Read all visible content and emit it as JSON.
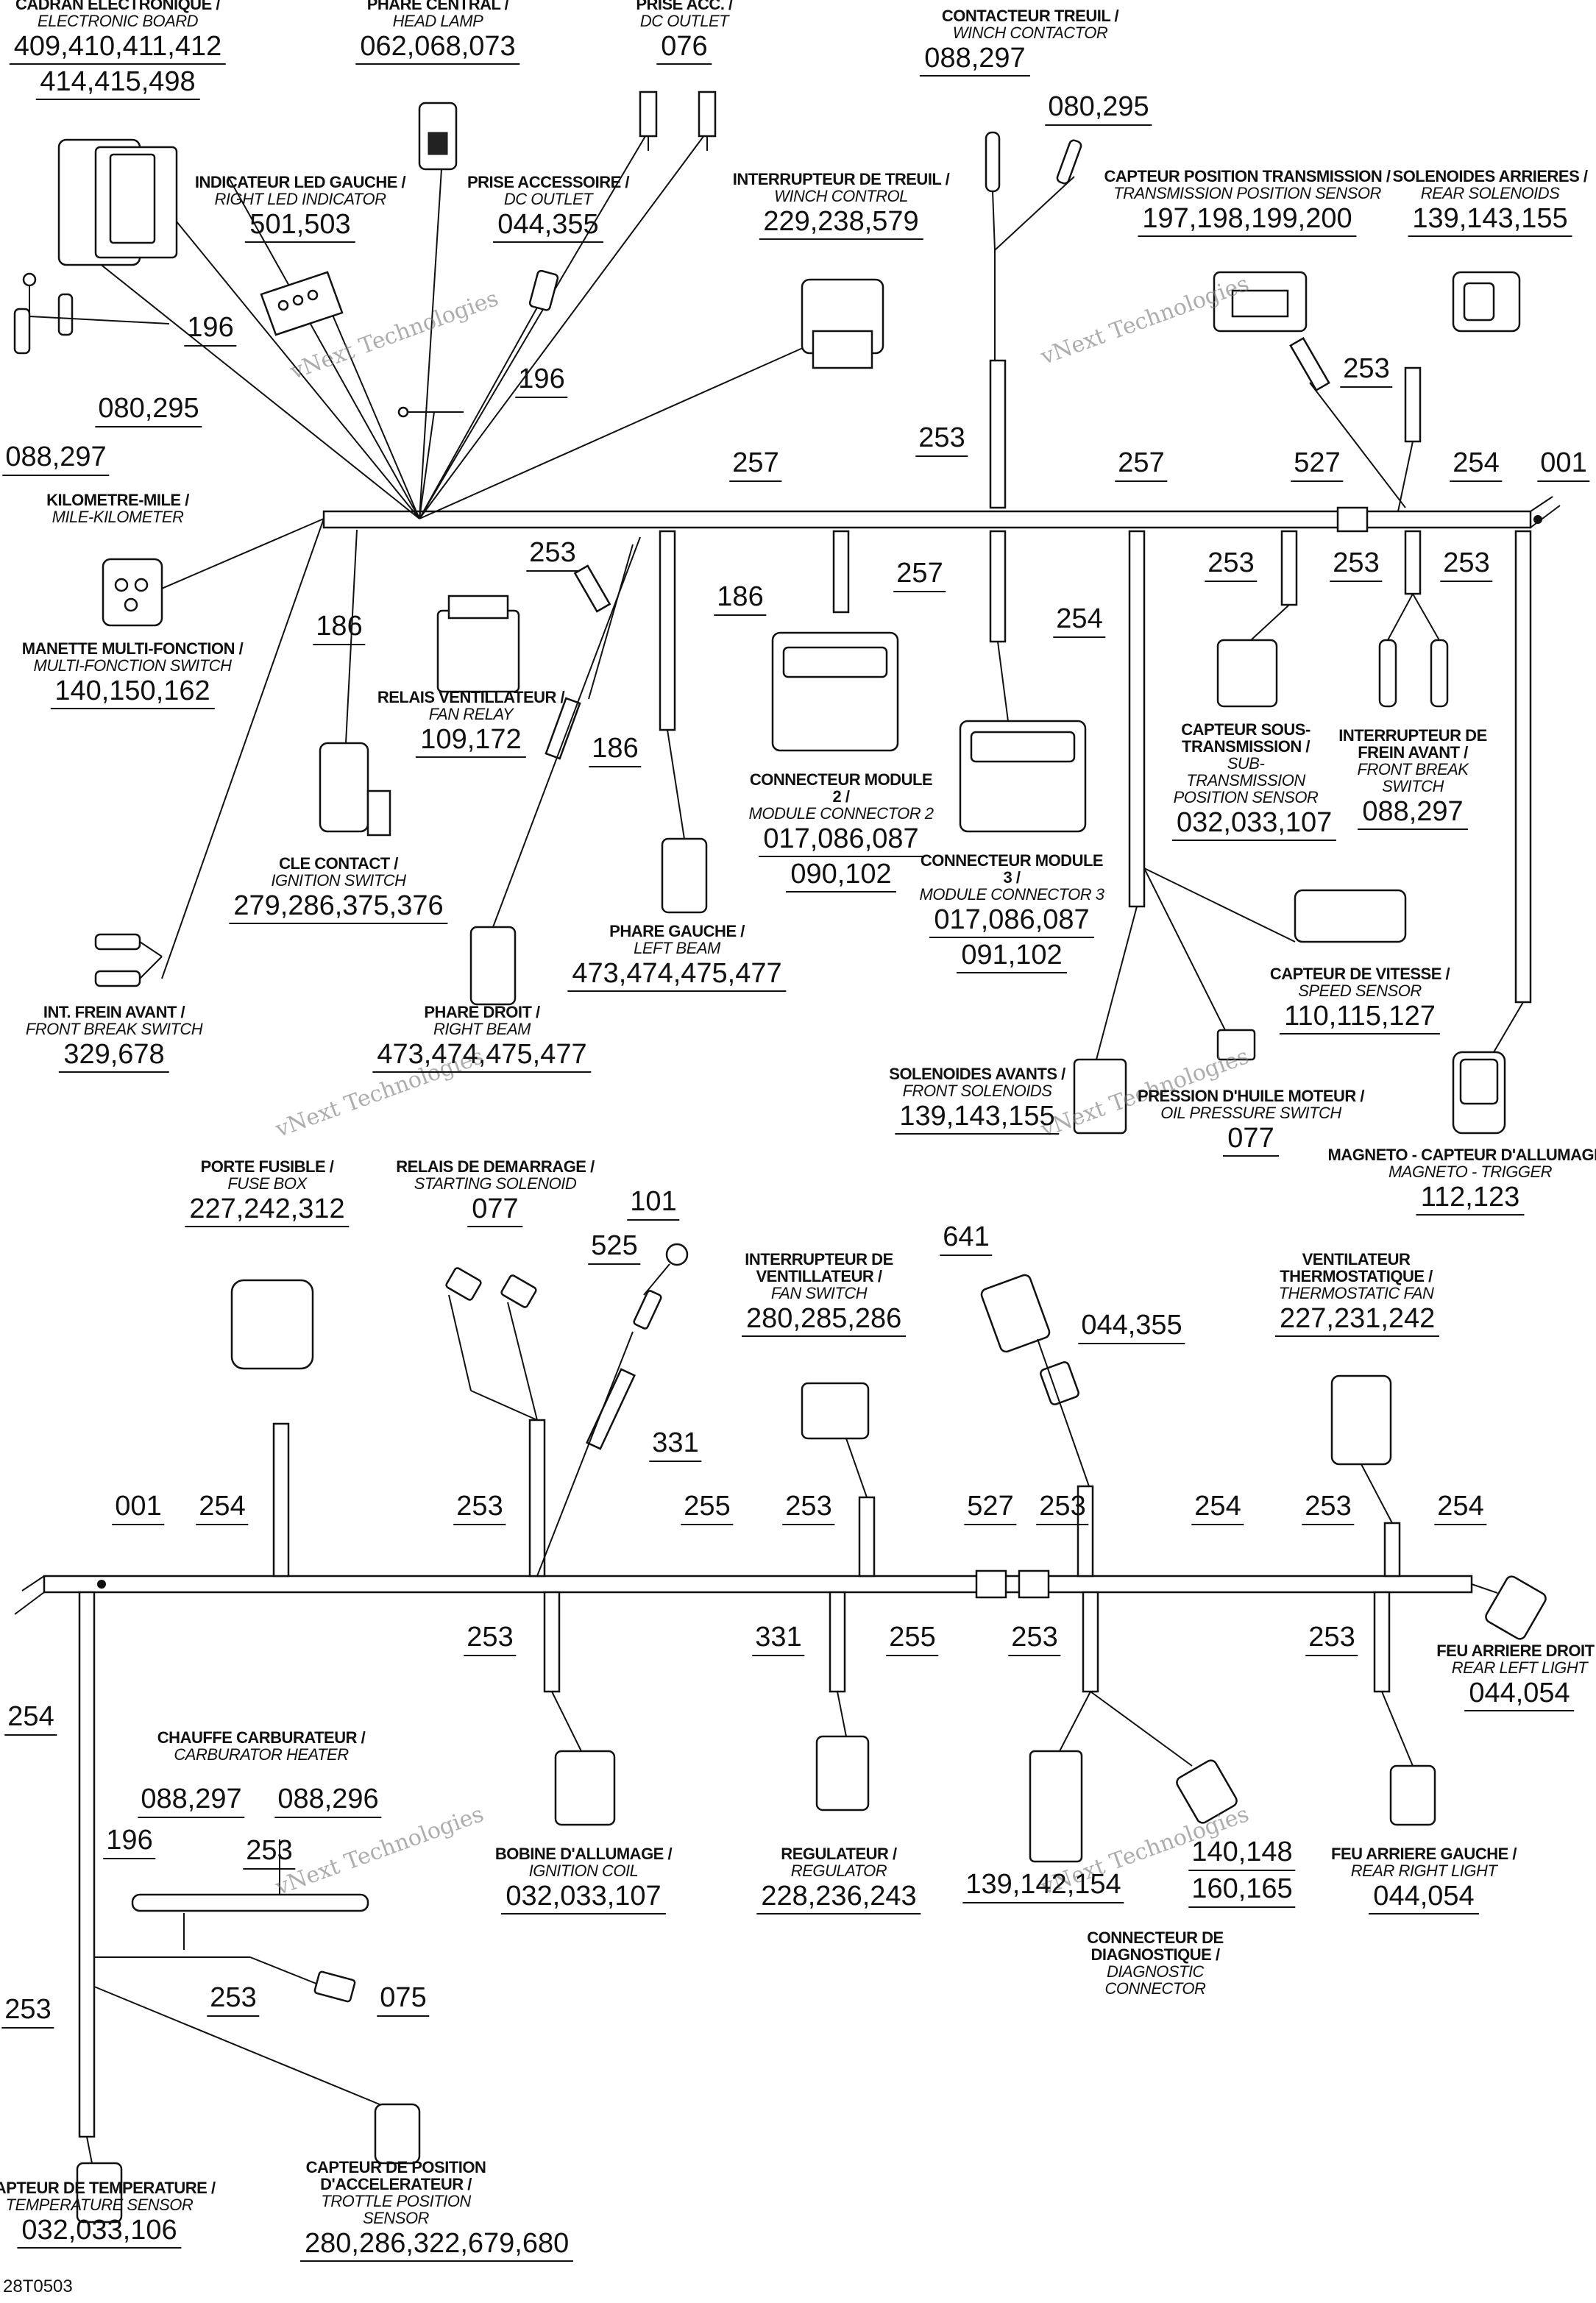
{
  "document_code": "28T0503",
  "watermark": "vNext Technologies",
  "components": {
    "electronic_board": {
      "fr": "CADRAN ELECTRONIQUE /",
      "en": "ELECTRONIC BOARD",
      "refs": [
        "409,410,411,412",
        "414,415,498"
      ]
    },
    "head_lamp": {
      "fr": "PHARE CENTRAL /",
      "en": "HEAD LAMP",
      "refs": [
        "062,068,073"
      ]
    },
    "dc_outlet_top": {
      "fr": "PRISE ACC. /",
      "en": "DC OUTLET",
      "refs": [
        "076"
      ]
    },
    "winch_contactor": {
      "fr": "CONTACTEUR TREUIL /",
      "en": "WINCH CONTACTOR",
      "refs": [
        "088,297"
      ]
    },
    "right_led": {
      "fr": "INDICATEUR LED GAUCHE /",
      "en": "RIGHT LED INDICATOR",
      "refs": [
        "501,503"
      ]
    },
    "accessory_outlet": {
      "fr": "PRISE ACCESSOIRE /",
      "en": "DC OUTLET",
      "refs": [
        "044,355"
      ]
    },
    "winch_control": {
      "fr": "INTERRUPTEUR DE TREUIL /",
      "en": "WINCH CONTROL",
      "refs": [
        "229,238,579"
      ]
    },
    "transmission_sensor": {
      "fr": "CAPTEUR POSITION TRANSMISSION /",
      "en": "TRANSMISSION POSITION SENSOR",
      "refs": [
        "197,198,199,200"
      ]
    },
    "rear_solenoids": {
      "fr": "SOLENOIDES ARRIERES /",
      "en": "REAR SOLENOIDS",
      "refs": [
        "139,143,155"
      ]
    },
    "mile_km": {
      "fr": "KILOMETRE-MILE /",
      "en": "MILE-KILOMETER",
      "refs": []
    },
    "multi_switch": {
      "fr": "MANETTE MULTI-FONCTION /",
      "en": "MULTI-FONCTION SWITCH",
      "refs": [
        "140,150,162"
      ]
    },
    "fan_relay": {
      "fr": "RELAIS VENTILLATEUR /",
      "en": "FAN RELAY",
      "refs": [
        "109,172"
      ]
    },
    "module2": {
      "fr": "CONNECTEUR MODULE 2 /",
      "en": "MODULE CONNECTOR 2",
      "refs": [
        "017,086,087",
        "090,102"
      ]
    },
    "module3": {
      "fr": "CONNECTEUR MODULE 3 /",
      "en": "MODULE CONNECTOR 3",
      "refs": [
        "017,086,087",
        "091,102"
      ]
    },
    "sub_transmission": {
      "fr": "CAPTEUR SOUS-TRANSMISSION /",
      "en": "SUB-TRANSMISSION POSITION SENSOR",
      "refs": [
        "032,033,107"
      ]
    },
    "front_brake_switch_right": {
      "fr": "INTERRUPTEUR DE FREIN AVANT /",
      "en": "FRONT BREAK SWITCH",
      "refs": [
        "088,297"
      ]
    },
    "ignition_switch": {
      "fr": "CLE CONTACT /",
      "en": "IGNITION SWITCH",
      "refs": [
        "279,286,375,376"
      ]
    },
    "left_beam": {
      "fr": "PHARE GAUCHE /",
      "en": "LEFT BEAM",
      "refs": [
        "473,474,475,477"
      ]
    },
    "right_beam": {
      "fr": "PHARE DROIT /",
      "en": "RIGHT BEAM",
      "refs": [
        "473,474,475,477"
      ]
    },
    "speed_sensor": {
      "fr": "CAPTEUR DE VITESSE /",
      "en": "SPEED SENSOR",
      "refs": [
        "110,115,127"
      ]
    },
    "front_brake_switch_left": {
      "fr": "INT. FREIN AVANT /",
      "en": "FRONT BREAK SWITCH",
      "refs": [
        "329,678"
      ]
    },
    "front_solenoids": {
      "fr": "SOLENOIDES AVANTS /",
      "en": "FRONT SOLENOIDS",
      "refs": [
        "139,143,155"
      ]
    },
    "oil_pressure": {
      "fr": "PRESSION D'HUILE MOTEUR /",
      "en": "OIL PRESSURE SWITCH",
      "refs": [
        "077"
      ]
    },
    "magneto": {
      "fr": "MAGNETO - CAPTEUR D'ALLUMAGE /",
      "en": "MAGNETO - TRIGGER",
      "refs": [
        "112,123"
      ]
    },
    "fuse_box": {
      "fr": "PORTE FUSIBLE /",
      "en": "FUSE BOX",
      "refs": [
        "227,242,312"
      ]
    },
    "starting_solenoid": {
      "fr": "RELAIS DE DEMARRAGE /",
      "en": "STARTING SOLENOID",
      "refs": [
        "077"
      ]
    },
    "fan_switch": {
      "fr": "INTERRUPTEUR DE VENTILLATEUR /",
      "en": "FAN SWITCH",
      "refs": [
        "280,285,286"
      ]
    },
    "thermostatic_fan": {
      "fr": "VENTILATEUR THERMOSTATIQUE /",
      "en": "THERMOSTATIC FAN",
      "refs": [
        "227,231,242"
      ]
    },
    "rear_left_light": {
      "fr": "FEU ARRIERE DROIT /",
      "en": "REAR LEFT LIGHT",
      "refs": [
        "044,054"
      ]
    },
    "carb_heater": {
      "fr": "CHAUFFE CARBURATEUR /",
      "en": "CARBURATOR HEATER",
      "refs": []
    },
    "ignition_coil": {
      "fr": "BOBINE D'ALLUMAGE /",
      "en": "IGNITION COIL",
      "refs": [
        "032,033,107"
      ]
    },
    "regulator": {
      "fr": "REGULATEUR /",
      "en": "REGULATOR",
      "refs": [
        "228,236,243"
      ]
    },
    "diagnostic": {
      "fr": "CONNECTEUR DE DIAGNOSTIQUE /",
      "en": "DIAGNOSTIC CONNECTOR",
      "refs": [
        "139,142,154"
      ]
    },
    "rear_right_light": {
      "fr": "FEU ARRIERE GAUCHE /",
      "en": "REAR RIGHT LIGHT",
      "refs": [
        "044,054"
      ]
    },
    "temp_sensor": {
      "fr": "CAPTEUR DE TEMPERATURE /",
      "en": "TEMPERATURE SENSOR",
      "refs": [
        "032,033,106"
      ]
    },
    "throttle_sensor": {
      "fr": "CAPTEUR DE POSITION D'ACCELERATEUR /",
      "en": "TROTTLE POSITION SENSOR",
      "refs": [
        "280,286,322,679,680"
      ]
    }
  },
  "codes": {
    "c196a": "196",
    "c080a": "080,295",
    "c088a": "088,297",
    "c196b": "196",
    "c080b": "080,295",
    "c253a": "253",
    "c257a": "257",
    "c257b": "257",
    "c527a": "527",
    "c254a": "254",
    "c001a": "001",
    "c186a": "186",
    "c253b": "253",
    "c186b": "186",
    "c257c": "257",
    "c254b": "254",
    "c253c": "253",
    "c253d": "253",
    "c253e": "253",
    "c186c": "186",
    "c101": "101",
    "c525": "525",
    "c641": "641",
    "c044": "044,355",
    "c331a": "331",
    "c001b": "001",
    "c254c": "254",
    "c253f": "253",
    "c255a": "255",
    "c253g": "253",
    "c527b": "527",
    "c253h": "253",
    "c254d": "254",
    "c253i": "253",
    "c254e": "254",
    "c253j": "253",
    "c331b": "331",
    "c255b": "255",
    "c253k": "253",
    "c253l": "253",
    "c254f": "254",
    "c088b": "088,297",
    "c088c": "088,296",
    "c196c": "196",
    "c253m": "253",
    "c253n": "253",
    "c075": "075",
    "c253o": "253",
    "c140": "140,148",
    "c160": "160,165"
  }
}
